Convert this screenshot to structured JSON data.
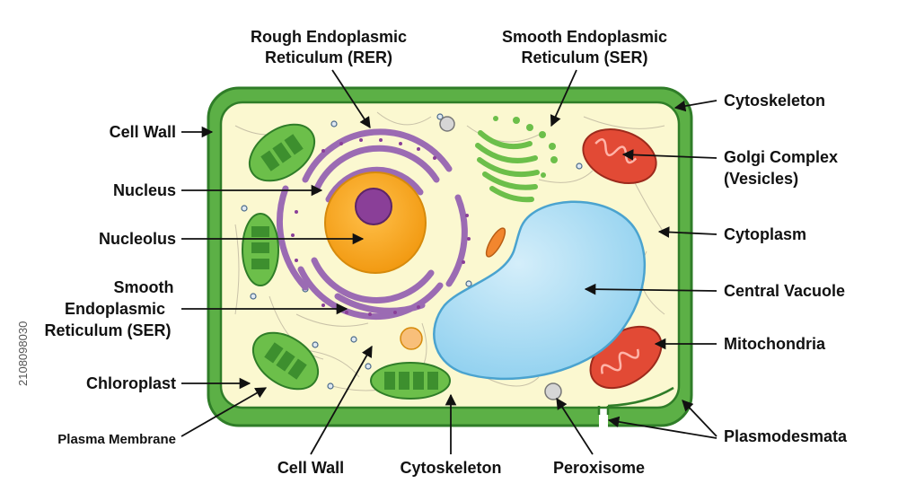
{
  "labels": {
    "rer": [
      "Rough Endoplasmic",
      "Reticulum (RER)"
    ],
    "ser_top": [
      "Smooth Endoplasmic",
      "Reticulum (SER)"
    ],
    "cytoskeleton_top": "Cytoskeleton",
    "cell_wall_left": "Cell Wall",
    "golgi": [
      "Golgi Complex",
      "(Vesicles)"
    ],
    "nucleus": "Nucleus",
    "nucleolus": "Nucleolus",
    "cytoplasm": "Cytoplasm",
    "ser_left": [
      "Smooth",
      "Endoplasmic",
      "Reticulum (SER)"
    ],
    "central_vacuole": "Central Vacuole",
    "mitochondria": "Mitochondria",
    "chloroplast": "Chloroplast",
    "plasma_membrane": "Plasma Membrane",
    "plasmodesmata": "Plasmodesmata",
    "cell_wall_bottom": "Cell Wall",
    "cytoskeleton_bottom": "Cytoskeleton",
    "peroxisome": "Peroxisome"
  },
  "side_text": "2108098030",
  "colors": {
    "cell_wall": "#5cb046",
    "cell_wall_dark": "#2f7d28",
    "cytoplasm": "#fbf8d0",
    "nucleus": "#f7a81b",
    "nucleolus": "#8a3f98",
    "er": "#9b6bb3",
    "vacuole": "#a9dcf4",
    "mitochondria": "#e24a35",
    "chloroplast": "#6cbf4a",
    "golgi": "#6cbf4a",
    "peroxisome": "#c9c9c9"
  }
}
